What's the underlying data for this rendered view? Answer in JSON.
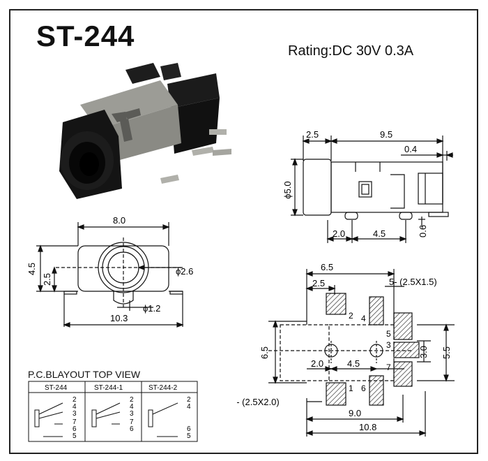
{
  "header": {
    "model": "ST-244",
    "rating": "Rating:DC 30V 0.3A"
  },
  "side_view": {
    "dim_overall": "9.5",
    "dim_front": "2.5",
    "dim_pin_offset": "0.4",
    "dim_height": "ϕ5.0",
    "dim_pin1": "2.0",
    "dim_pin2": "4.5",
    "dim_pin_height": "0.6"
  },
  "front_view": {
    "dim_width": "8.0",
    "dim_height": "4.5",
    "dim_center": "2.5",
    "dim_hole": "ϕ2.6",
    "dim_pin": "ϕ1.2",
    "dim_overall": "10.3"
  },
  "pcb_layout": {
    "dim_top": "6.5",
    "dim_top_inner": "2.5",
    "pad_note_top": "5- (2.5X1.5)",
    "dim_left": "6.5",
    "dim_hole1": "2.0",
    "dim_hole2": "4.5",
    "dim_right_inner": "3.0",
    "dim_right_outer": "5.5",
    "pad_note_bottom": "2- (2.5X2.0)",
    "dim_bottom1": "9.0",
    "dim_bottom2": "10.8",
    "pin_labels": [
      "2",
      "4",
      "5",
      "3",
      "7",
      "1",
      "6"
    ]
  },
  "schematic": {
    "title": "P.C.BLAYOUT TOP VIEW",
    "columns": [
      "ST-244",
      "ST-244-1",
      "ST-244-2"
    ],
    "col1_pins": [
      "2",
      "4",
      "3",
      "7",
      "6",
      "5"
    ],
    "col2_pins": [
      "2",
      "4",
      "3",
      "7",
      "6"
    ],
    "col3_pins": [
      "2",
      "4",
      "6",
      "5"
    ]
  },
  "colors": {
    "line": "#111111",
    "hatch": "#222222",
    "body": "#1a1a1a",
    "metal": "#9a9a94"
  }
}
